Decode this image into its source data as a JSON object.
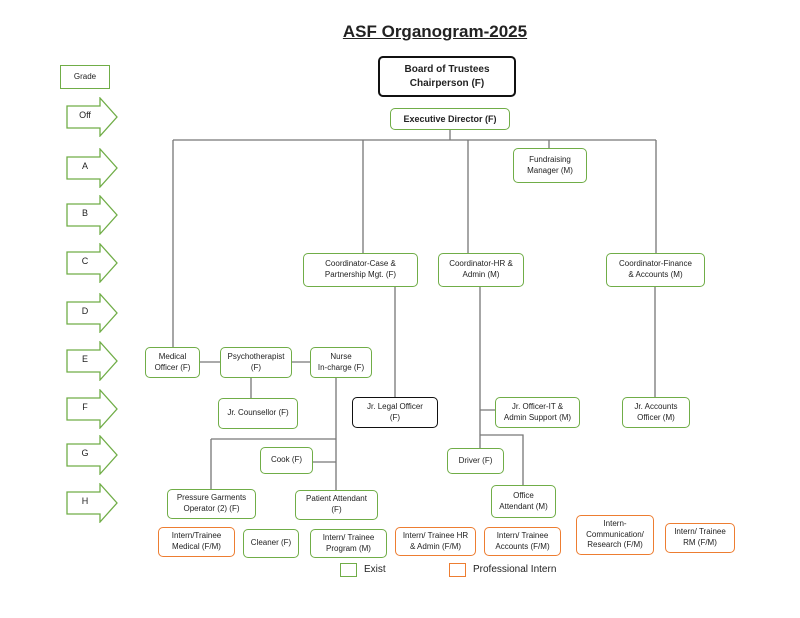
{
  "title": "ASF Organogram-2025",
  "grade_label": "Grade",
  "grades": [
    "Off",
    "A",
    "B",
    "C",
    "D",
    "E",
    "F",
    "G",
    "H"
  ],
  "nodes": {
    "board": "Board of Trustees\nChairperson (F)",
    "exec": "Executive Director (F)",
    "fundraising": "Fundraising\nManager (M)",
    "coord_case": "Coordinator-Case &\nPartnership Mgt. (F)",
    "coord_hr": "Coordinator-HR &\nAdmin (M)",
    "coord_fin": "Coordinator-Finance\n& Accounts (M)",
    "medical": "Medical\nOfficer (F)",
    "psycho": "Psychotherapist\n(F)",
    "nurse": "Nurse\nIn-charge (F)",
    "counsellor": "Jr. Counsellor (F)",
    "legal": "Jr. Legal Officer\n(F)",
    "it": "Jr. Officer-IT &\nAdmin Support (M)",
    "accounts": "Jr. Accounts\nOfficer (M)",
    "cook": "Cook (F)",
    "driver": "Driver (F)",
    "pressure": "Pressure Garments\nOperator (2) (F)",
    "patient": "Patient Attendant\n(F)",
    "office": "Office\nAttendant (M)",
    "intern_medical": "Intern/Trainee\nMedical (F/M)",
    "cleaner": "Cleaner (F)",
    "intern_program": "Intern/ Trainee\nProgram (M)",
    "intern_hr": "Intern/ Trainee HR\n& Admin (F/M)",
    "intern_accounts": "Intern/ Trainee\nAccounts (F/M)",
    "intern_comm": "Intern-\nCommunication/\nResearch (F/M)",
    "intern_rm": "Intern/ Trainee\nRM (F/M)"
  },
  "legend": {
    "exist": "Exist",
    "intern": "Professional Intern"
  },
  "colors": {
    "exist": "#70ad47",
    "intern": "#ed7d31"
  }
}
